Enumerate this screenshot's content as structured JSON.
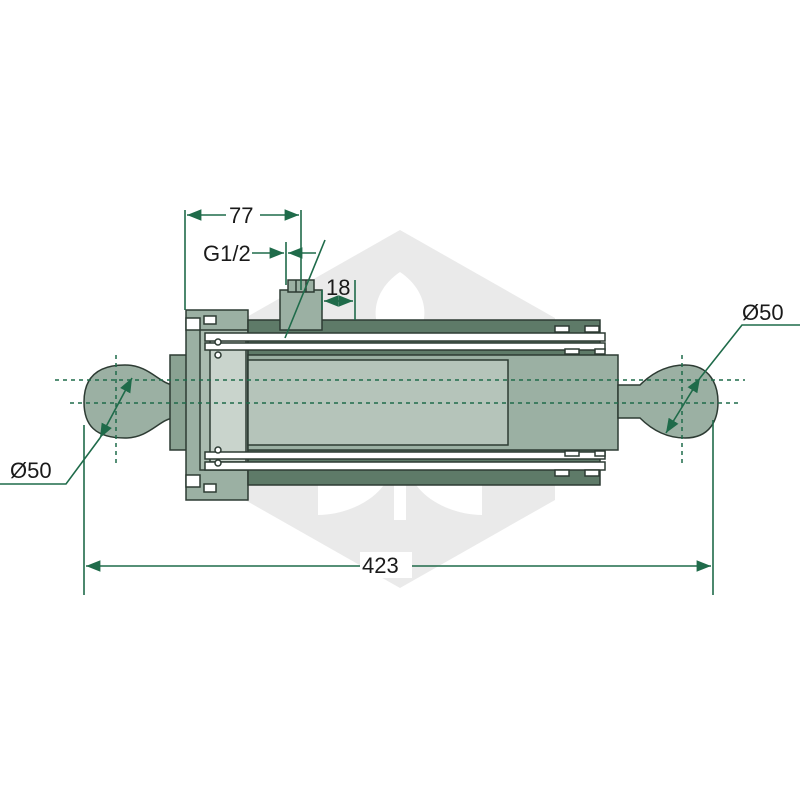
{
  "drawing": {
    "dimensions": {
      "overall_length": "423",
      "port_offset": "77",
      "port_thread": "G1/2",
      "port_width": "18",
      "ball_diameter_left": "Ø50",
      "ball_diameter_right": "Ø50"
    },
    "colors": {
      "dimension_line": "#1f6b4a",
      "body_fill": "#9bb0a3",
      "body_dark": "#5e7a68",
      "outline": "#2d3b33",
      "watermark": "#d8d8d8"
    }
  }
}
